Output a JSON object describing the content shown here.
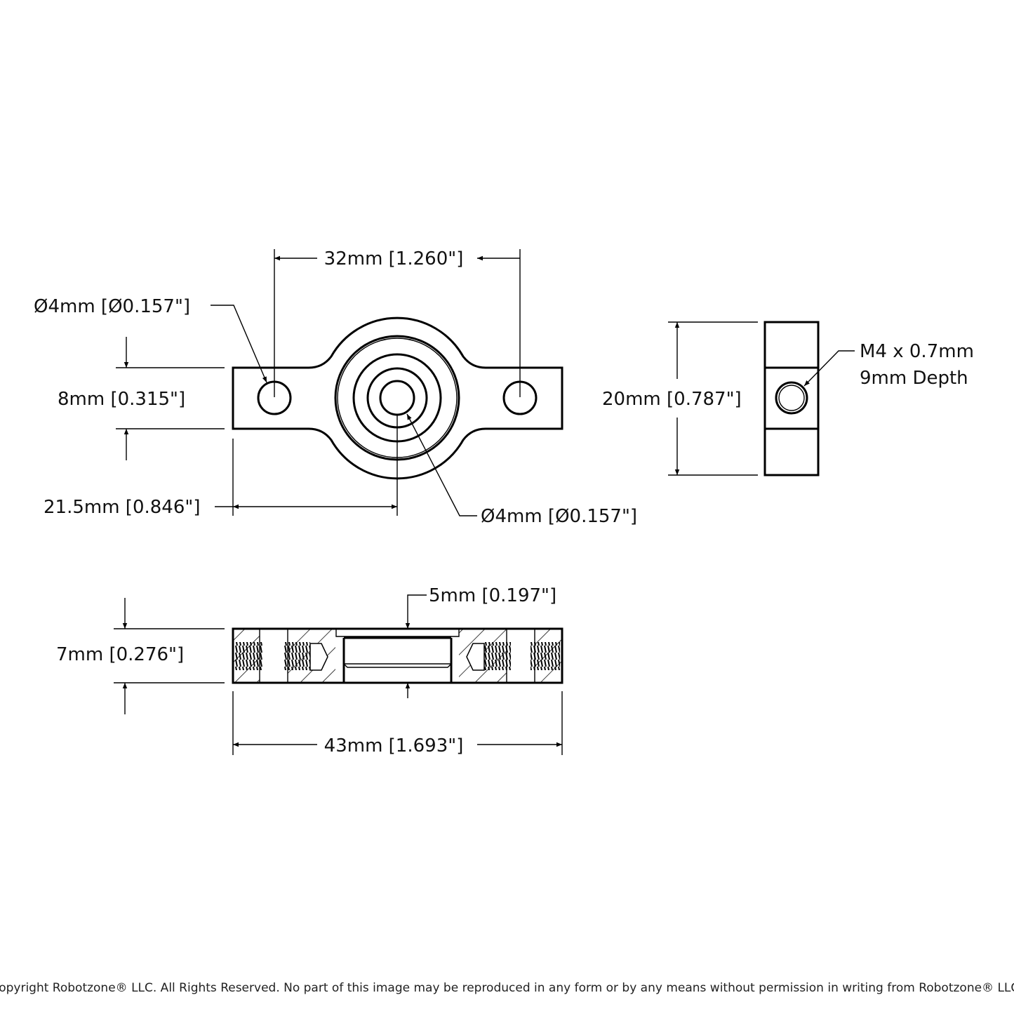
{
  "dimensions": {
    "hole_spacing": "32mm [1.260\"]",
    "mount_hole_dia": "Ø4mm [Ø0.157\"]",
    "plate_width": "8mm [0.315\"]",
    "center_offset": "21.5mm [0.846\"]",
    "bore_dia": "Ø4mm [Ø0.157\"]",
    "side_height": "20mm [0.787\"]",
    "thread_spec": "M4 x 0.7mm",
    "thread_depth": "9mm Depth",
    "flange_thickness": "5mm [0.197\"]",
    "total_thickness": "7mm [0.276\"]",
    "overall_length": "43mm [1.693\"]"
  },
  "copyright": "Copyright Robotzone® LLC.  All Rights Reserved. No part of this image may be reproduced in any form or by any means without permission in writing from Robotzone® LLC."
}
